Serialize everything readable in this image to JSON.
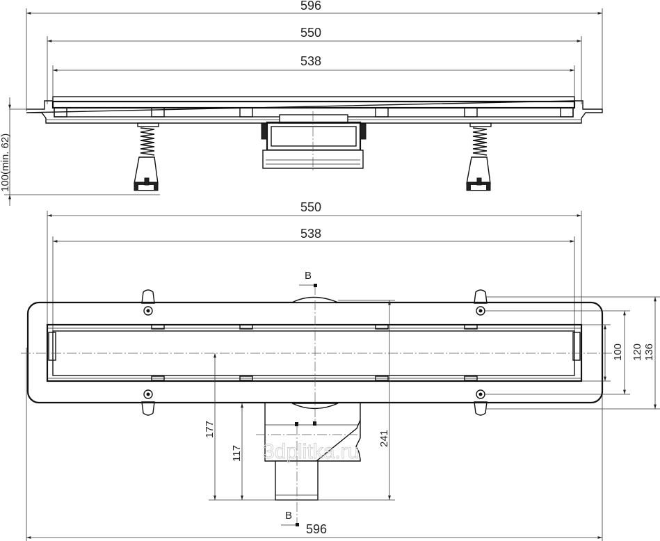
{
  "top_view": {
    "dim_total": "596",
    "dim_frame": "550",
    "dim_grate": "538",
    "dim_height": "100(min. 62)"
  },
  "bottom_view": {
    "dim_frame": "550",
    "dim_grate": "538",
    "dim_total": "596",
    "section_top": "B",
    "section_bottom": "B",
    "dim_177": "177",
    "dim_117": "117",
    "dim_241": "241",
    "dim_100": "100",
    "dim_120": "120",
    "dim_136": "136"
  },
  "watermark": "3dplitka.ru"
}
